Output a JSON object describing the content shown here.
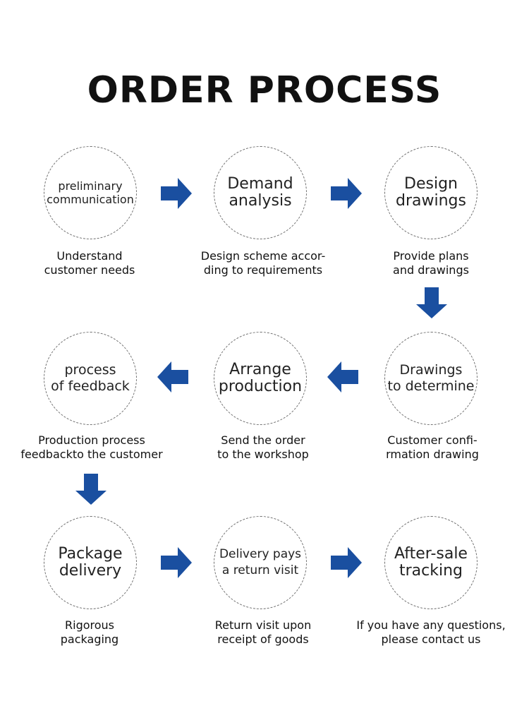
{
  "title": "ORDER PROCESS",
  "colors": {
    "arrow": "#1a4fa0",
    "circle_border": "#6e6e6e"
  },
  "steps": [
    {
      "circle": [
        "preliminary",
        "communication"
      ],
      "desc": [
        "Understand",
        "customer needs"
      ]
    },
    {
      "circle": [
        "Demand",
        "analysis"
      ],
      "desc": [
        "Design scheme accor-",
        "ding to requirements"
      ]
    },
    {
      "circle": [
        "Design",
        "drawings"
      ],
      "desc": [
        "Provide plans",
        "and drawings"
      ]
    },
    {
      "circle": [
        "Drawings",
        "to determine"
      ],
      "desc": [
        "Customer confi-",
        "rmation drawing"
      ]
    },
    {
      "circle": [
        "Arrange",
        "production"
      ],
      "desc": [
        "Send the order",
        "to the workshop"
      ]
    },
    {
      "circle": [
        "process",
        "of feedback"
      ],
      "desc": [
        "Production process",
        "feedbackto the customer"
      ]
    },
    {
      "circle": [
        "Package",
        "delivery"
      ],
      "desc": [
        "Rigorous",
        "packaging"
      ]
    },
    {
      "circle": [
        "Delivery pays",
        "a return visit"
      ],
      "desc": [
        "Return visit upon",
        "receipt of goods"
      ]
    },
    {
      "circle": [
        "After-sale",
        "tracking"
      ],
      "desc": [
        "If you have any questions,",
        "please contact us"
      ]
    }
  ]
}
